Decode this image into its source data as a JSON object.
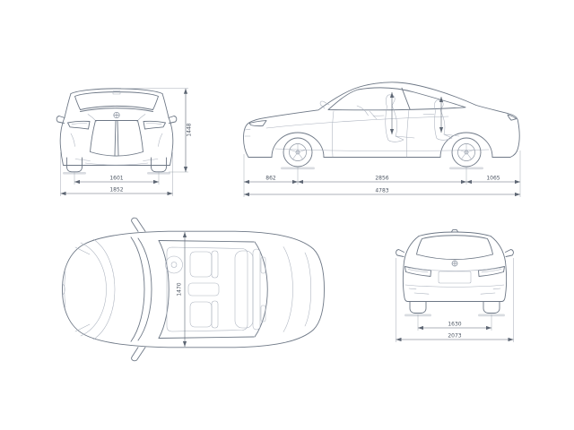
{
  "document": {
    "kind": "vehicle-dimensions-technical-drawing"
  },
  "colors": {
    "background": "#ffffff",
    "line": "#6e7886",
    "line_light": "#aab1bd",
    "dimension": "#5d6673",
    "dimension_text": "#4d5663",
    "shadow": "#d9dce1"
  },
  "icons": {
    "brand_logo": "bmw-roundel-icon"
  },
  "views": {
    "front": {
      "name": "front-view",
      "height": "1448",
      "track_width": "1601",
      "body_width": "1852"
    },
    "side": {
      "name": "side-view",
      "front_overhang": "862",
      "wheelbase": "2856",
      "rear_overhang": "1065",
      "overall_length": "4783"
    },
    "top": {
      "name": "top-view",
      "interior_width": "1470"
    },
    "rear": {
      "name": "rear-view",
      "track_width": "1630",
      "width_incl_mirrors": "2073"
    }
  }
}
